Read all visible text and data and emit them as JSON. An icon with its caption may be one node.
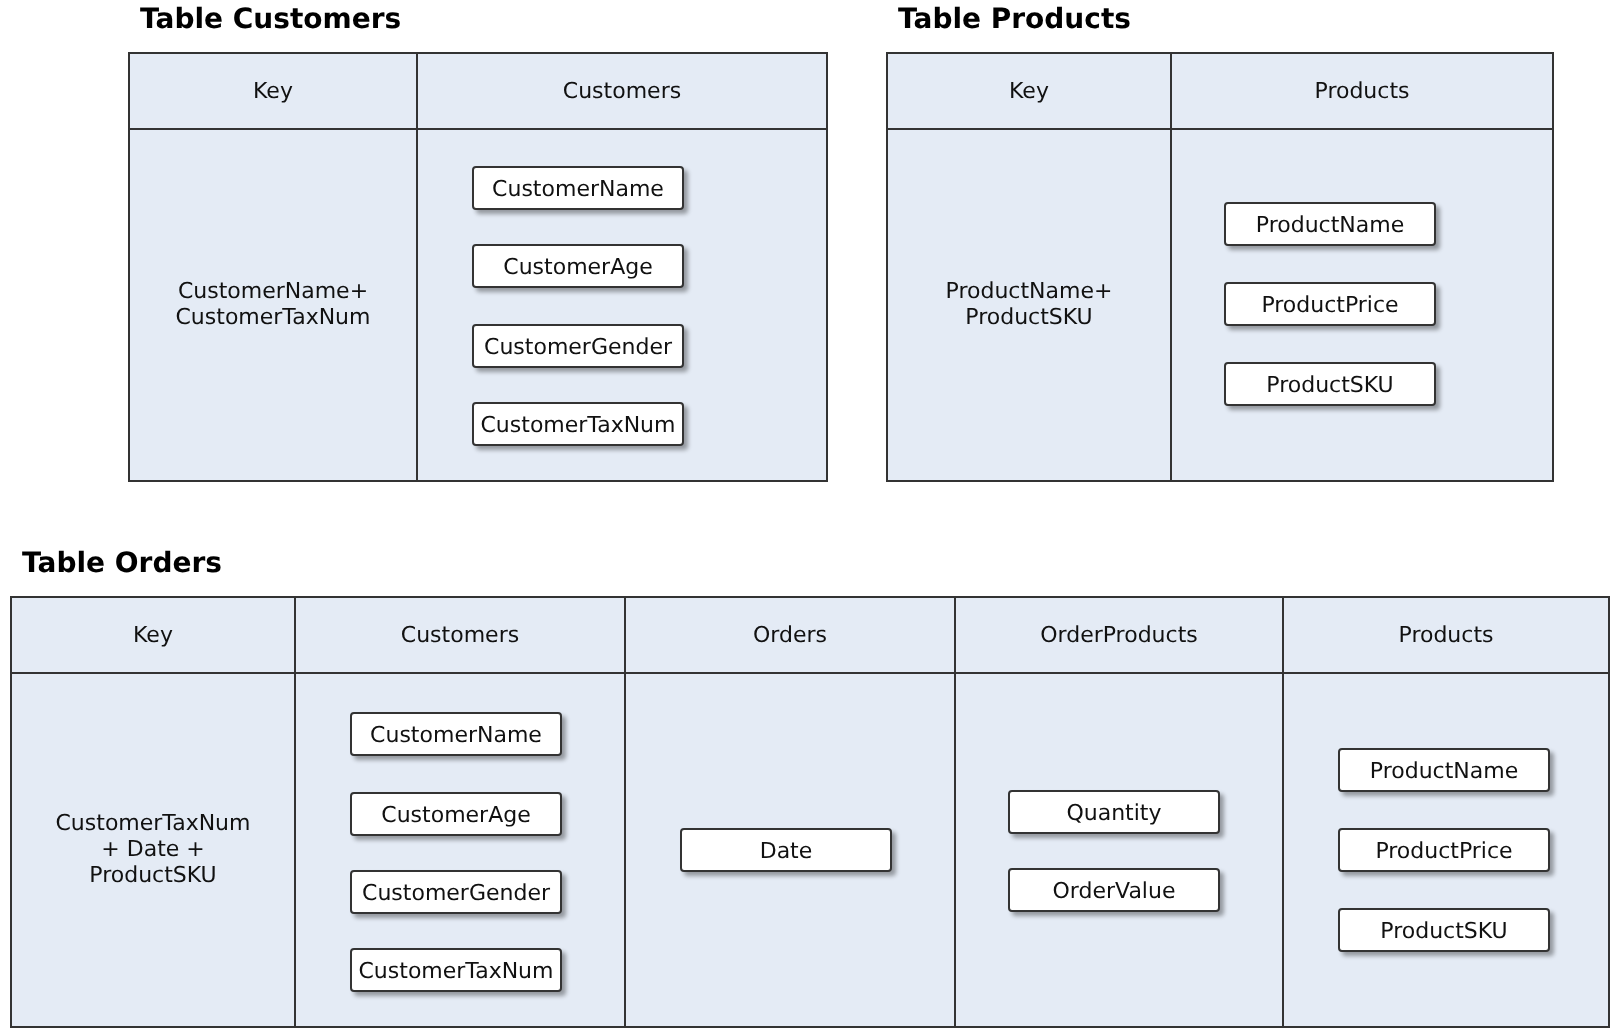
{
  "diagram": {
    "nodes": [
      {
        "text": [
          "Table Customers"
        ]
      },
      {
        "text": [
          "Key",
          "CustomerName+ CustomerTaxNum"
        ],
        "in": 0
      },
      {
        "text": [
          "Customers"
        ],
        "in": 0
      },
      {
        "text": [
          "CustomerName"
        ],
        "in": 2
      },
      {
        "text": [
          "CustomerAge"
        ],
        "in": 2
      },
      {
        "text": [
          "CustomerGender"
        ],
        "in": 2
      },
      {
        "text": [
          "CustomerTaxNum"
        ],
        "in": 2
      },
      {
        "text": [
          "Table Products"
        ]
      },
      {
        "text": [
          "Key",
          "ProductName+ ProductSKU"
        ],
        "in": 7
      },
      {
        "text": [
          "Products"
        ],
        "in": 7
      },
      {
        "text": [
          "ProductName"
        ],
        "in": 9
      },
      {
        "text": [
          "ProductPrice"
        ],
        "in": 9
      },
      {
        "text": [
          "ProductSKU"
        ],
        "in": 9
      },
      {
        "text": [
          "Table Orders"
        ]
      },
      {
        "text": [
          "Key",
          "CustomerTaxNum + Date + ProductSKU"
        ],
        "in": 13
      },
      {
        "text": [
          "Customers"
        ],
        "in": 13
      },
      {
        "text": [
          "CustomerName"
        ],
        "in": 15
      },
      {
        "text": [
          "CustomerAge"
        ],
        "in": 15
      },
      {
        "text": [
          "CustomerGender"
        ],
        "in": 15
      },
      {
        "text": [
          "CustomerTaxNum"
        ],
        "in": 15
      },
      {
        "text": [
          "Orders"
        ],
        "in": 13
      },
      {
        "text": [
          "Date"
        ],
        "in": 20
      },
      {
        "text": [
          "OrderProducts"
        ],
        "in": 13
      },
      {
        "text": [
          "Quantity"
        ],
        "in": 22
      },
      {
        "text": [
          "OrderValue"
        ],
        "in": 22
      },
      {
        "text": [
          "Products"
        ],
        "in": 13
      },
      {
        "text": [
          "ProductName"
        ],
        "in": 25
      },
      {
        "text": [
          "ProductPrice"
        ],
        "in": 25
      },
      {
        "text": [
          "ProductSKU"
        ],
        "in": 25
      }
    ],
    "edges": []
  }
}
